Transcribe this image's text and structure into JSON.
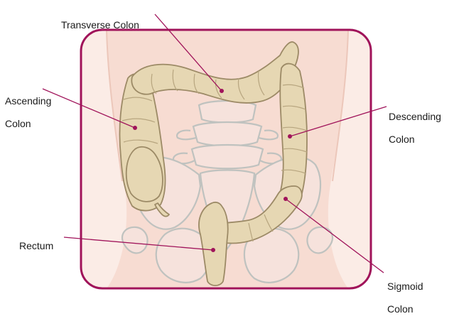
{
  "colors": {
    "frame": "#a0135a",
    "skin": "#f7dcd2",
    "colon_fill": "#e6d7b3",
    "colon_stroke": "#9c8a66",
    "bone_stroke": "#bfc2bf",
    "leader": "#a0135a"
  },
  "labels": {
    "transverse": {
      "lines": [
        "Transverse Colon"
      ]
    },
    "ascending": {
      "lines": [
        "Ascending",
        "Colon"
      ]
    },
    "descending": {
      "lines": [
        "Descending",
        "Colon"
      ]
    },
    "rectum": {
      "lines": [
        "Rectum"
      ]
    },
    "sigmoid": {
      "lines": [
        "Sigmoid",
        "Colon"
      ]
    }
  }
}
